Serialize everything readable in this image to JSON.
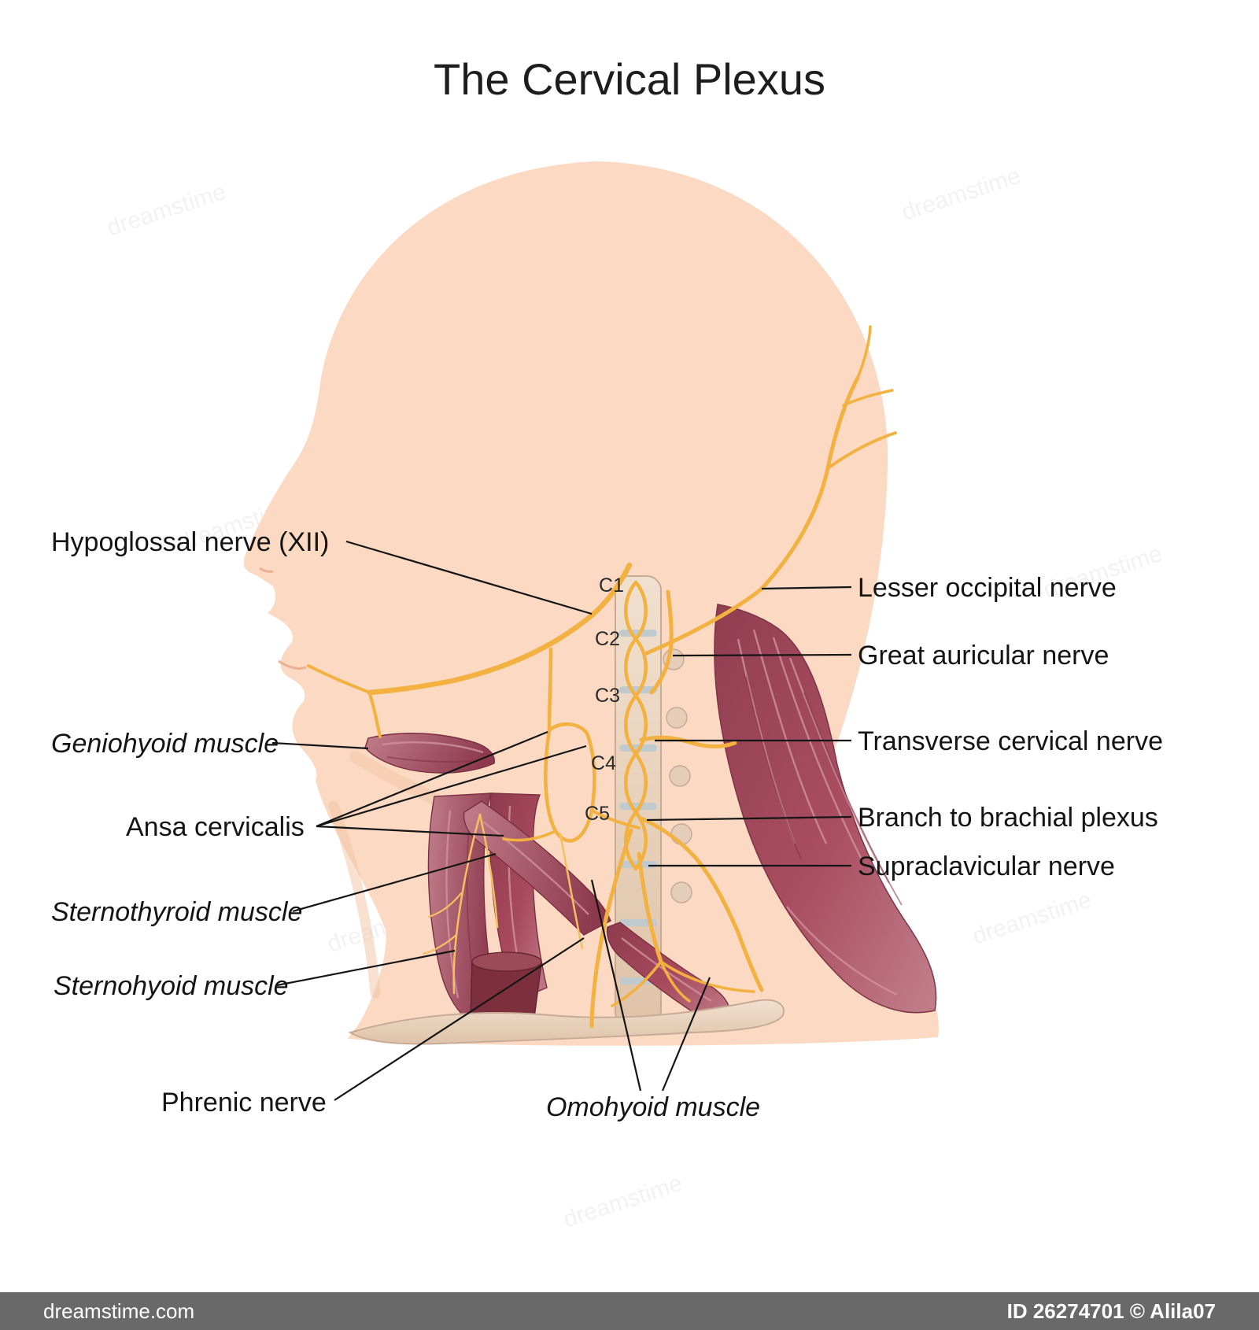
{
  "title": "The Cervical Plexus",
  "spine": [
    "C1",
    "C2",
    "C3",
    "C4",
    "C5"
  ],
  "labels": {
    "left": [
      {
        "text": "Hypoglossal nerve (XII)",
        "italic": false
      },
      {
        "text": "Geniohyoid muscle",
        "italic": true
      },
      {
        "text": "Ansa cervicalis",
        "italic": false
      },
      {
        "text": "Sternothyroid muscle",
        "italic": true
      },
      {
        "text": "Sternohyoid muscle",
        "italic": true
      },
      {
        "text": "Phrenic nerve",
        "italic": false
      }
    ],
    "right": [
      {
        "text": "Lesser occipital nerve"
      },
      {
        "text": "Great auricular nerve"
      },
      {
        "text": "Transverse cervical nerve"
      },
      {
        "text": "Branch to brachial plexus"
      },
      {
        "text": "Supraclavicular nerve"
      }
    ],
    "bottom": [
      {
        "text": "Omohyoid muscle",
        "italic": true
      }
    ]
  },
  "watermark": {
    "brand": "dreamstime",
    "site": "dreamstime.com",
    "id_text": "ID 26274701 © Alila07"
  },
  "colors": {
    "skin": "#fbd9c2",
    "muscle": "#a04a5e",
    "muscle_dark": "#7e3142",
    "nerve": "#f2b140",
    "bone": "#ecd8c6",
    "disc": "#bfc9ce",
    "bar": "#696969",
    "text": "#141414"
  }
}
